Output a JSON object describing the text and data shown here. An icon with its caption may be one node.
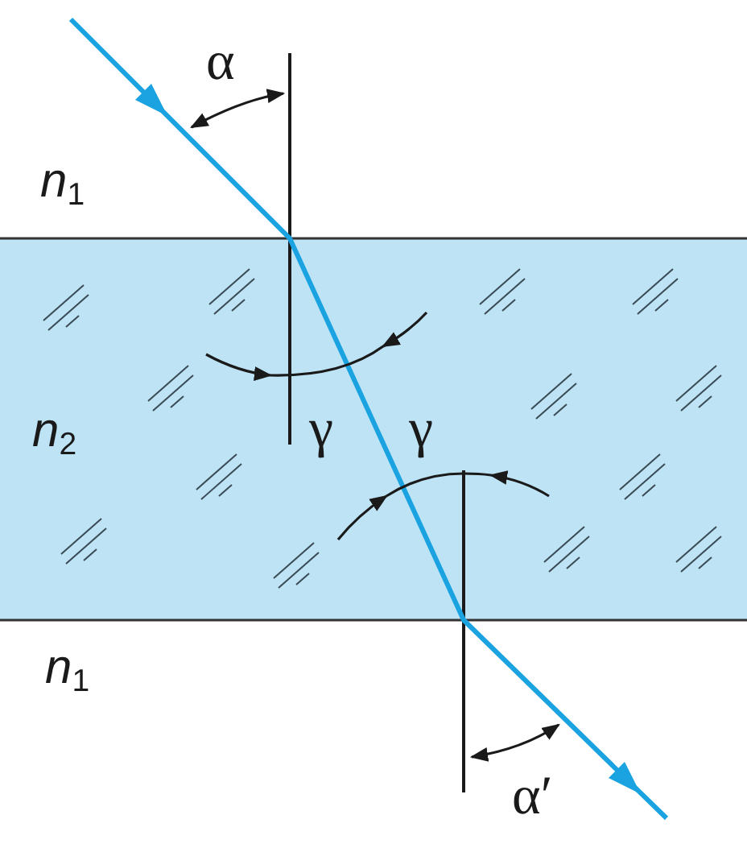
{
  "diagram": {
    "nodes": [
      {
        "text": [
          "*n*$_{2}$"
        ]
      }
    ],
    "labels": [
      "α",
      "*n*$_{1}$",
      "γ",
      "γ",
      "*n*$_{1}$",
      "α′"
    ]
  }
}
